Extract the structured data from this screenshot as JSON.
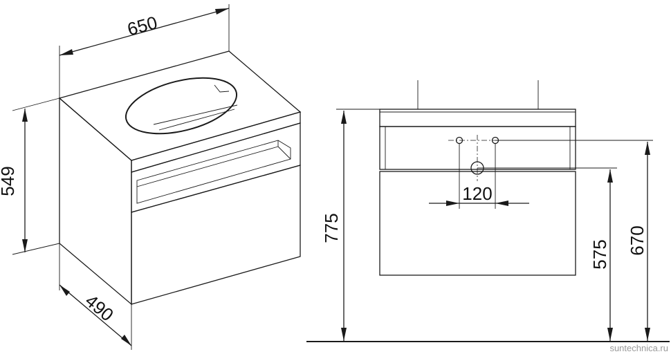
{
  "dimensions": {
    "width_top": "650",
    "height_side": "549",
    "depth": "490",
    "total_height": "775",
    "spacing": "120",
    "height_low": "575",
    "height_high": "670"
  },
  "watermark": "suntechnica.ru",
  "colors": {
    "line": "#1a1a1a",
    "background": "#ffffff"
  }
}
